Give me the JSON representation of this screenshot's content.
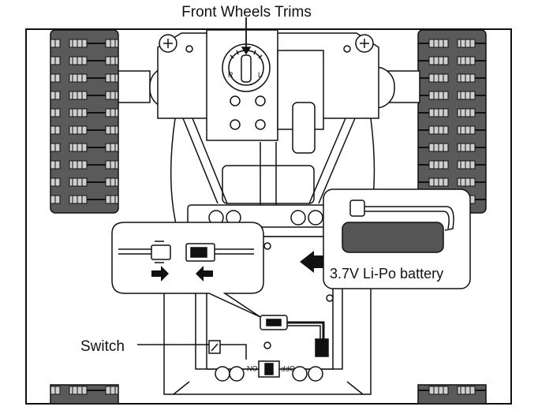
{
  "diagram": {
    "title": "Front Wheels Trims",
    "switch_label": "Switch",
    "battery_label": "3.7V Li-Po battery",
    "trim_dial": {
      "left_mark": "R",
      "right_mark": "L"
    },
    "switch_marks": {
      "off": "OFF",
      "on": "ON"
    },
    "colors": {
      "line": "#111111",
      "track_fill": "#555555",
      "background": "#ffffff"
    },
    "icons": [
      "connector-pair-icon",
      "arrow-right-icon",
      "arrow-left-icon",
      "battery-icon",
      "arrow-left-icon"
    ]
  }
}
